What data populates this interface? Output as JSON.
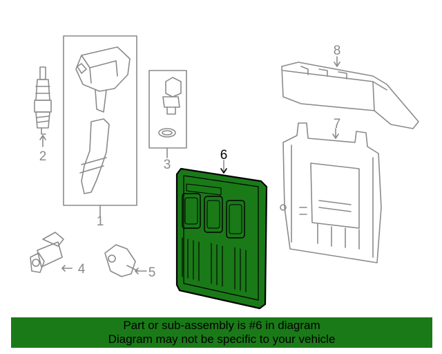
{
  "callouts": {
    "c1": "1",
    "c2": "2",
    "c3": "3",
    "c4": "4",
    "c5": "5",
    "c6": "6",
    "c7": "7",
    "c8": "8"
  },
  "footer": {
    "line1": "Part or sub-assembly is #6 in diagram",
    "line2": "Diagram may not be specific to your vehicle"
  },
  "colors": {
    "highlight": "#1a7a18",
    "line": "#8a8a8a"
  }
}
